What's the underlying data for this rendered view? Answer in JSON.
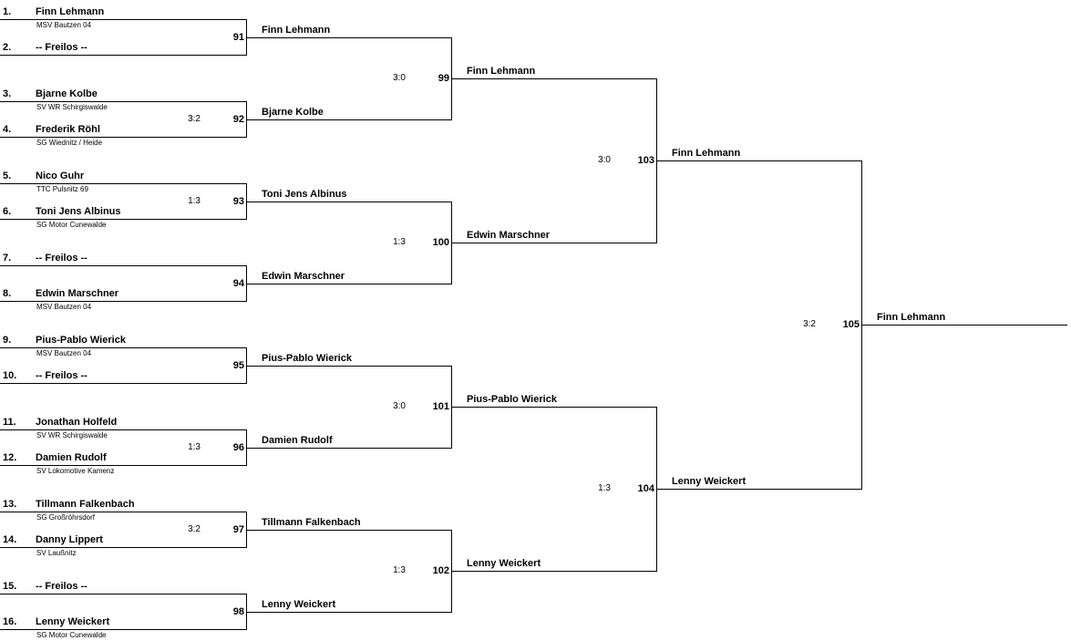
{
  "bracket": {
    "players": [
      {
        "seed": "1.",
        "name": "Finn Lehmann",
        "club": "MSV Bautzen 04"
      },
      {
        "seed": "2.",
        "name": "-- Freilos --",
        "club": ""
      },
      {
        "seed": "3.",
        "name": "Bjarne Kolbe",
        "club": "SV WR Schirgiswalde"
      },
      {
        "seed": "4.",
        "name": "Frederik Röhl",
        "club": "SG Wiednitz / Heide"
      },
      {
        "seed": "5.",
        "name": "Nico Guhr",
        "club": "TTC Pulsnitz 69"
      },
      {
        "seed": "6.",
        "name": "Toni Jens Albinus",
        "club": "SG Motor Cunewalde"
      },
      {
        "seed": "7.",
        "name": "-- Freilos --",
        "club": ""
      },
      {
        "seed": "8.",
        "name": "Edwin Marschner",
        "club": "MSV Bautzen 04"
      },
      {
        "seed": "9.",
        "name": "Pius-Pablo Wierick",
        "club": "MSV Bautzen 04"
      },
      {
        "seed": "10.",
        "name": "-- Freilos --",
        "club": ""
      },
      {
        "seed": "11.",
        "name": "Jonathan Holfeld",
        "club": "SV WR Schirgiswalde"
      },
      {
        "seed": "12.",
        "name": "Damien Rudolf",
        "club": "SV Lokomotive Kamenz"
      },
      {
        "seed": "13.",
        "name": "Tillmann Falkenbach",
        "club": "SG Großröhrsdorf"
      },
      {
        "seed": "14.",
        "name": "Danny Lippert",
        "club": "SV Laußnitz"
      },
      {
        "seed": "15.",
        "name": "-- Freilos --",
        "club": ""
      },
      {
        "seed": "16.",
        "name": "Lenny Weickert",
        "club": "SG Motor Cunewalde"
      }
    ],
    "rounds": [
      [
        {
          "number": "91",
          "score": "",
          "winner": "Finn Lehmann"
        },
        {
          "number": "92",
          "score": "3:2",
          "winner": "Bjarne Kolbe"
        },
        {
          "number": "93",
          "score": "1:3",
          "winner": "Toni Jens Albinus"
        },
        {
          "number": "94",
          "score": "",
          "winner": "Edwin Marschner"
        },
        {
          "number": "95",
          "score": "",
          "winner": "Pius-Pablo Wierick"
        },
        {
          "number": "96",
          "score": "1:3",
          "winner": "Damien Rudolf"
        },
        {
          "number": "97",
          "score": "3:2",
          "winner": "Tillmann Falkenbach"
        },
        {
          "number": "98",
          "score": "",
          "winner": "Lenny Weickert"
        }
      ],
      [
        {
          "number": "99",
          "score": "3:0",
          "winner": "Finn Lehmann"
        },
        {
          "number": "100",
          "score": "1:3",
          "winner": "Edwin Marschner"
        },
        {
          "number": "101",
          "score": "3:0",
          "winner": "Pius-Pablo Wierick"
        },
        {
          "number": "102",
          "score": "1:3",
          "winner": "Lenny Weickert"
        }
      ],
      [
        {
          "number": "103",
          "score": "3:0",
          "winner": "Finn Lehmann"
        },
        {
          "number": "104",
          "score": "1:3",
          "winner": "Lenny Weickert"
        }
      ],
      [
        {
          "number": "105",
          "score": "3:2",
          "winner": "Finn Lehmann"
        }
      ]
    ]
  }
}
